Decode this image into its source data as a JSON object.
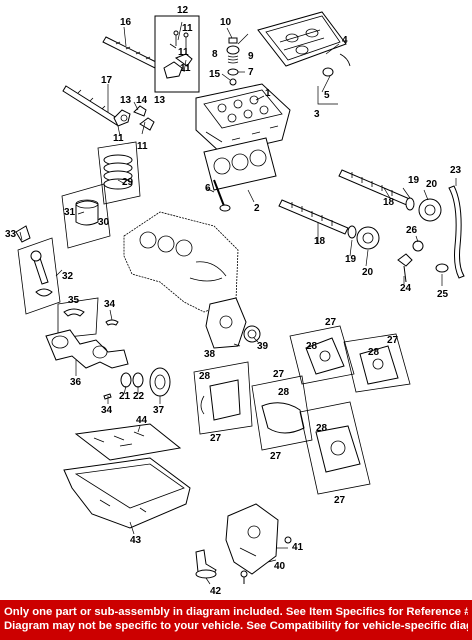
{
  "diagram": {
    "callouts": [
      {
        "id": "c16",
        "text": "16"
      },
      {
        "id": "c12",
        "text": "12"
      },
      {
        "id": "c11a",
        "text": "11"
      },
      {
        "id": "c11b",
        "text": "11"
      },
      {
        "id": "c11c",
        "text": "11"
      },
      {
        "id": "c11d",
        "text": "11"
      },
      {
        "id": "c11e",
        "text": "11"
      },
      {
        "id": "c10",
        "text": "10"
      },
      {
        "id": "c8",
        "text": "8"
      },
      {
        "id": "c9",
        "text": "9"
      },
      {
        "id": "c7",
        "text": "7"
      },
      {
        "id": "c15",
        "text": "15"
      },
      {
        "id": "c1",
        "text": "1"
      },
      {
        "id": "c4",
        "text": "4"
      },
      {
        "id": "c5",
        "text": "5"
      },
      {
        "id": "c3",
        "text": "3"
      },
      {
        "id": "c17",
        "text": "17"
      },
      {
        "id": "c13a",
        "text": "13"
      },
      {
        "id": "c14",
        "text": "14"
      },
      {
        "id": "c13b",
        "text": "13"
      },
      {
        "id": "c29",
        "text": "29"
      },
      {
        "id": "c31",
        "text": "31"
      },
      {
        "id": "c30",
        "text": "30"
      },
      {
        "id": "c6",
        "text": "6"
      },
      {
        "id": "c2",
        "text": "2"
      },
      {
        "id": "c18a",
        "text": "18"
      },
      {
        "id": "c19a",
        "text": "19"
      },
      {
        "id": "c20a",
        "text": "20"
      },
      {
        "id": "c23",
        "text": "23"
      },
      {
        "id": "c18b",
        "text": "18"
      },
      {
        "id": "c19b",
        "text": "19"
      },
      {
        "id": "c20b",
        "text": "20"
      },
      {
        "id": "c26",
        "text": "26"
      },
      {
        "id": "c24",
        "text": "24"
      },
      {
        "id": "c25",
        "text": "25"
      },
      {
        "id": "c33",
        "text": "33"
      },
      {
        "id": "c32",
        "text": "32"
      },
      {
        "id": "c35",
        "text": "35"
      },
      {
        "id": "c34a",
        "text": "34"
      },
      {
        "id": "c36",
        "text": "36"
      },
      {
        "id": "c21",
        "text": "21"
      },
      {
        "id": "c22",
        "text": "22"
      },
      {
        "id": "c34b",
        "text": "34"
      },
      {
        "id": "c37",
        "text": "37"
      },
      {
        "id": "c38",
        "text": "38"
      },
      {
        "id": "c39",
        "text": "39"
      },
      {
        "id": "c27a",
        "text": "27"
      },
      {
        "id": "c28a",
        "text": "28"
      },
      {
        "id": "c27b",
        "text": "27"
      },
      {
        "id": "c28b",
        "text": "28"
      },
      {
        "id": "c28c",
        "text": "28"
      },
      {
        "id": "c27c",
        "text": "27"
      },
      {
        "id": "c27d",
        "text": "27"
      },
      {
        "id": "c28d",
        "text": "28"
      },
      {
        "id": "c27e",
        "text": "27"
      },
      {
        "id": "c28e",
        "text": "28"
      },
      {
        "id": "c27f",
        "text": "27"
      },
      {
        "id": "c44",
        "text": "44"
      },
      {
        "id": "c43",
        "text": "43"
      },
      {
        "id": "c42",
        "text": "42"
      },
      {
        "id": "c41",
        "text": "41"
      },
      {
        "id": "c40",
        "text": "40"
      }
    ]
  },
  "notice": {
    "line1": "Only one part or sub-assembly in diagram included. See Item Specifics for Reference #.",
    "line2": "Diagram may not be specific to your vehicle. See Compatibility for vehicle-specific diagrams.",
    "background": "#cc0000",
    "text_color": "#ffffff"
  }
}
